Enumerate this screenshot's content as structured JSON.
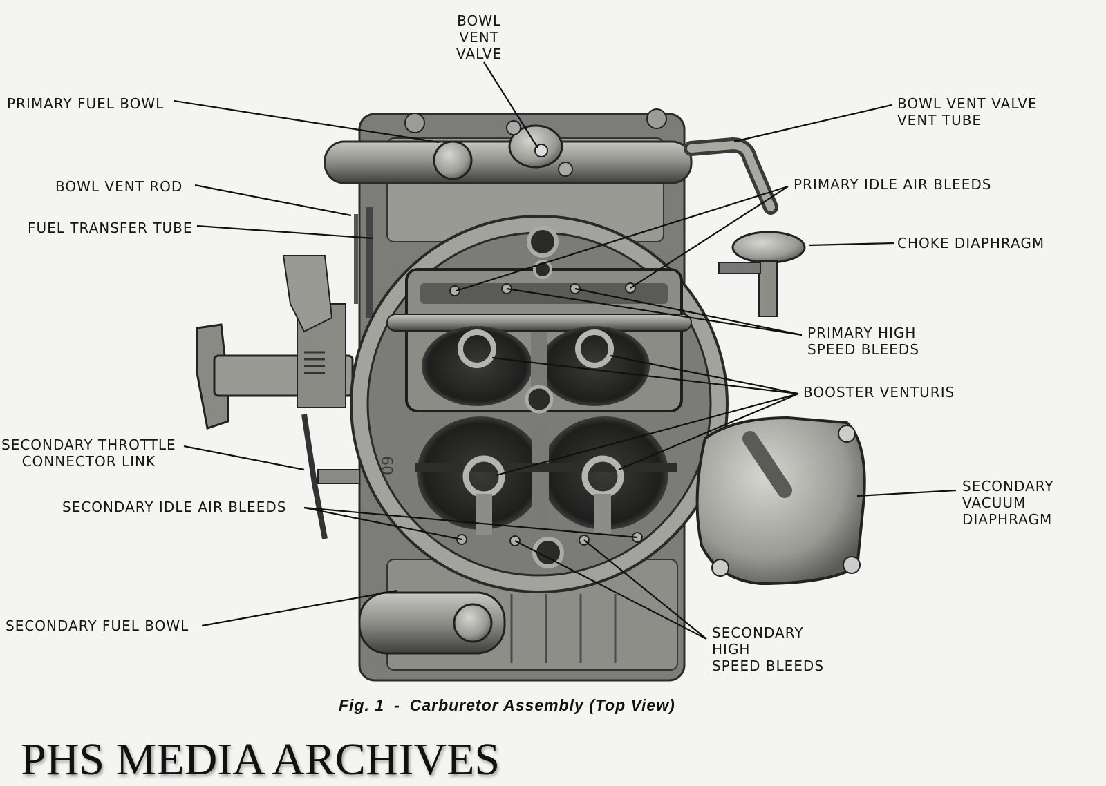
{
  "labels": {
    "bowl_vent_valve": [
      "BOWL",
      "VENT",
      "VALVE"
    ],
    "primary_fuel_bowl": [
      "PRIMARY FUEL BOWL"
    ],
    "bowl_vent_valve_vent_tube": [
      "BOWL VENT VALVE",
      "VENT TUBE"
    ],
    "bowl_vent_rod": [
      "BOWL VENT ROD"
    ],
    "primary_idle_air_bleeds": [
      "PRIMARY IDLE AIR BLEEDS"
    ],
    "fuel_transfer_tube": [
      "FUEL TRANSFER TUBE"
    ],
    "choke_diaphragm": [
      "CHOKE DIAPHRAGM"
    ],
    "primary_high_speed_bleeds": [
      "PRIMARY HIGH",
      "SPEED BLEEDS"
    ],
    "booster_venturis": [
      "BOOSTER VENTURIS"
    ],
    "secondary_throttle_connector_link": [
      "SECONDARY THROTTLE",
      "CONNECTOR LINK"
    ],
    "secondary_vacuum_diaphragm": [
      "SECONDARY",
      "VACUUM",
      "DIAPHRAGM"
    ],
    "secondary_idle_air_bleeds": [
      "SECONDARY IDLE AIR BLEEDS"
    ],
    "secondary_fuel_bowl": [
      "SECONDARY FUEL BOWL"
    ],
    "secondary_high_speed_bleeds": [
      "SECONDARY",
      "HIGH",
      "SPEED BLEEDS"
    ]
  },
  "caption": {
    "fig": "Fig. 1",
    "dash": "-",
    "title": "Carburetor Assembly (Top View)"
  },
  "watermark": "PHS MEDIA ARCHIVES",
  "casting_mark": "60"
}
